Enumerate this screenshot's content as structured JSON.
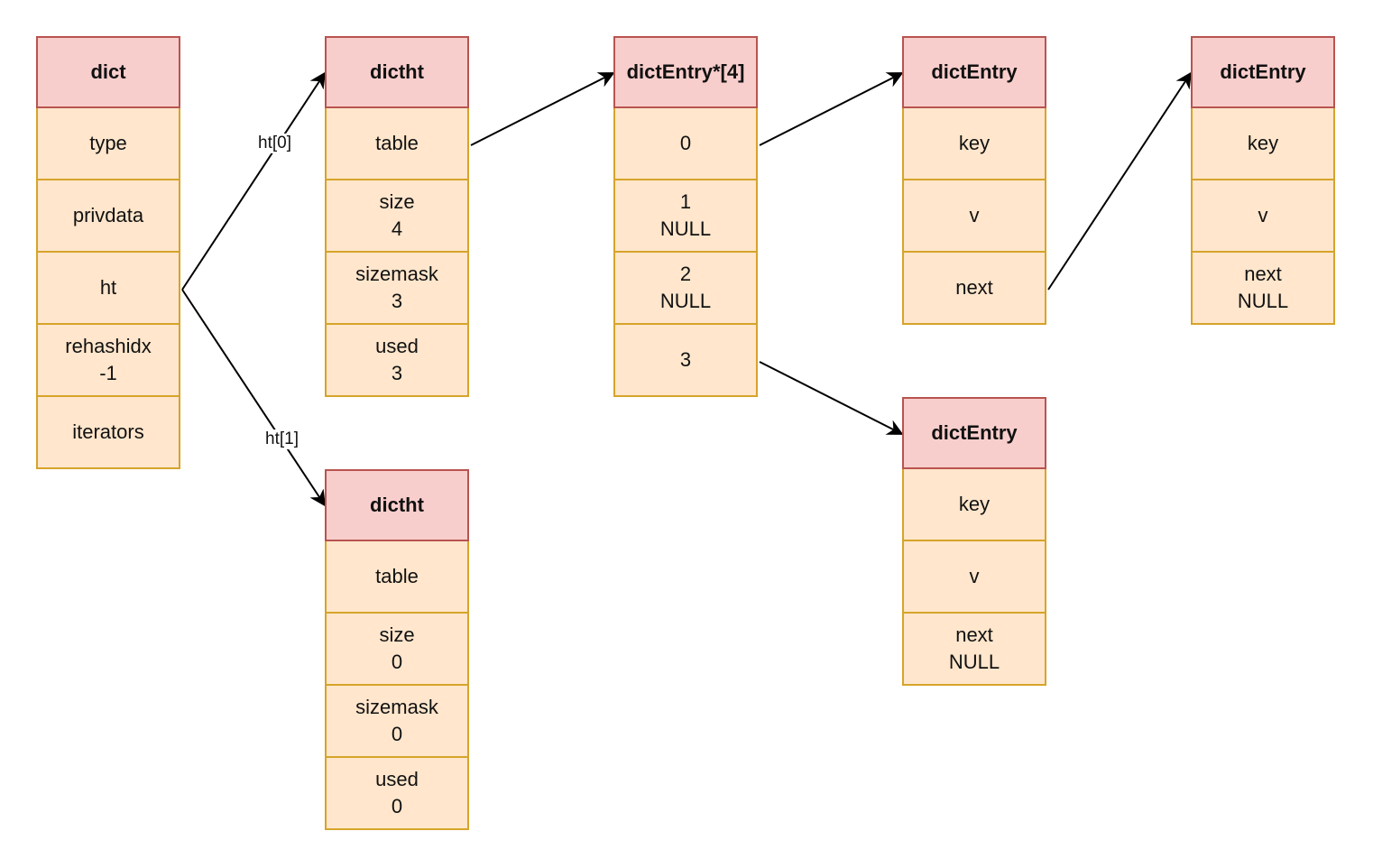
{
  "structs": {
    "dict": {
      "title": "dict",
      "fields": [
        [
          "type"
        ],
        [
          "privdata"
        ],
        [
          "ht"
        ],
        [
          "rehashidx",
          "-1"
        ],
        [
          "iterators"
        ]
      ]
    },
    "dictht0": {
      "title": "dictht",
      "fields": [
        [
          "table"
        ],
        [
          "size",
          "4"
        ],
        [
          "sizemask",
          "3"
        ],
        [
          "used",
          "3"
        ]
      ]
    },
    "dictht1": {
      "title": "dictht",
      "fields": [
        [
          "table"
        ],
        [
          "size",
          "0"
        ],
        [
          "sizemask",
          "0"
        ],
        [
          "used",
          "0"
        ]
      ]
    },
    "table": {
      "title": "dictEntry*[4]",
      "fields": [
        [
          "0"
        ],
        [
          "1",
          "NULL"
        ],
        [
          "2",
          "NULL"
        ],
        [
          "3"
        ]
      ]
    },
    "entry_a": {
      "title": "dictEntry",
      "fields": [
        [
          "key"
        ],
        [
          "v"
        ],
        [
          "next"
        ]
      ]
    },
    "entry_b": {
      "title": "dictEntry",
      "fields": [
        [
          "key"
        ],
        [
          "v"
        ],
        [
          "next",
          "NULL"
        ]
      ]
    },
    "entry_c": {
      "title": "dictEntry",
      "fields": [
        [
          "key"
        ],
        [
          "v"
        ],
        [
          "next",
          "NULL"
        ]
      ]
    }
  },
  "edges": [
    {
      "from": "dict.ht",
      "to": "dictht0",
      "label": "ht[0]"
    },
    {
      "from": "dict.ht",
      "to": "dictht1",
      "label": "ht[1]"
    },
    {
      "from": "dictht0.table",
      "to": "table",
      "label": ""
    },
    {
      "from": "table.0",
      "to": "entry_a",
      "label": ""
    },
    {
      "from": "table.3",
      "to": "entry_c",
      "label": ""
    },
    {
      "from": "entry_a.next",
      "to": "entry_b",
      "label": ""
    }
  ],
  "colors": {
    "header_fill": "#f8cecc",
    "header_border": "#b85450",
    "field_fill": "#ffe6cc",
    "field_border": "#d6a42a",
    "arrow": "#000000"
  }
}
